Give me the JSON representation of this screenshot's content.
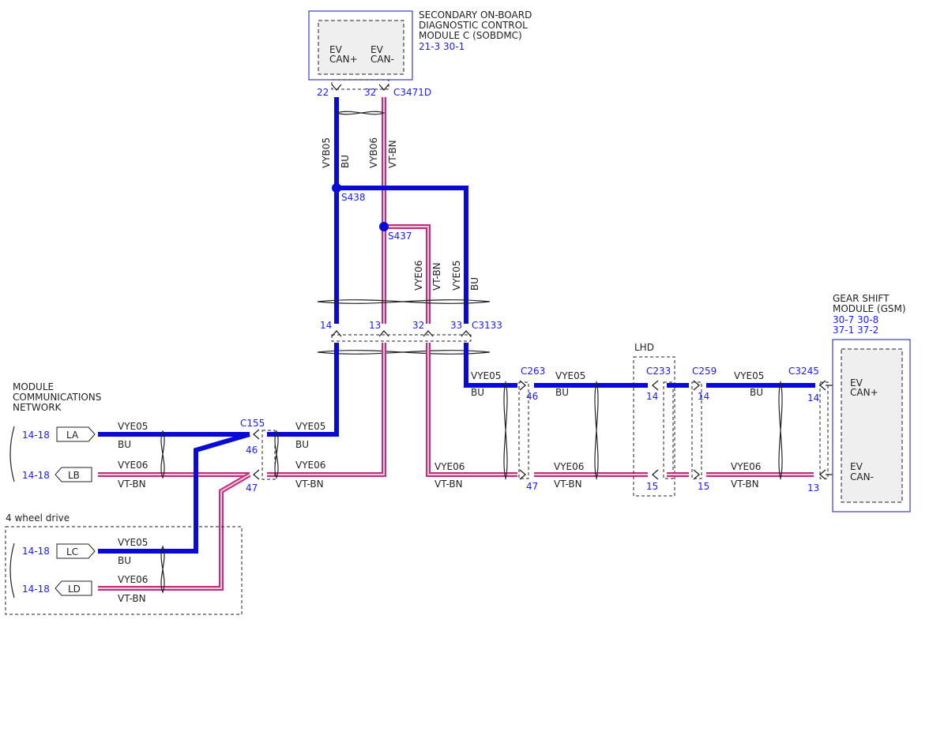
{
  "sobdmc": {
    "title_lines": [
      "SECONDARY ON-BOARD",
      "DIAGNOSTIC CONTROL",
      "MODULE C (SOBDMC)"
    ],
    "refs": "21-3  30-1",
    "pin1_label": [
      "EV",
      "CAN+"
    ],
    "pin2_label": [
      "EV",
      "CAN-"
    ],
    "connector": "C3471D",
    "pin1": "22",
    "pin2": "32"
  },
  "gsm": {
    "title_lines": [
      "GEAR SHIFT",
      "MODULE (GSM)"
    ],
    "refs_lines": [
      "30-7  30-8",
      "37-1  37-2"
    ],
    "pin1_label": [
      "EV",
      "CAN+"
    ],
    "pin2_label": [
      "EV",
      "CAN-"
    ],
    "connector": "C3245",
    "pin1": "14",
    "pin2": "13"
  },
  "mcn": {
    "title_lines": [
      "MODULE",
      "COMMUNICATIONS",
      "NETWORK"
    ],
    "ports": [
      {
        "ref": "14-18",
        "tag": "LA",
        "circuit": "VYE05",
        "color": "BU"
      },
      {
        "ref": "14-18",
        "tag": "LB",
        "circuit": "VYE06",
        "color": "VT-BN"
      }
    ]
  },
  "four_wd": {
    "title": "4 wheel drive",
    "ports": [
      {
        "ref": "14-18",
        "tag": "LC",
        "circuit": "VYE05",
        "color": "BU"
      },
      {
        "ref": "14-18",
        "tag": "LD",
        "circuit": "VYE06",
        "color": "VT-BN"
      }
    ]
  },
  "splices": {
    "s438": "S438",
    "s437": "S437"
  },
  "vertical_wires": {
    "upper_left": {
      "circuit": "VYB05",
      "color": "BU"
    },
    "upper_right": {
      "circuit": "VYB06",
      "color": "VT-BN"
    },
    "mid_pink": {
      "circuit": "VYE06",
      "color": "VT-BN"
    },
    "mid_blue": {
      "circuit": "VYE05",
      "color": "BU"
    }
  },
  "c3133": {
    "name": "C3133",
    "pins": [
      "14",
      "13",
      "32",
      "33"
    ]
  },
  "c155": {
    "name": "C155",
    "pin_top": "46",
    "pin_bottom": "47",
    "right_top_circuit": "VYE05",
    "right_top_color": "BU",
    "right_bottom_circuit": "VYE06",
    "right_bottom_color": "VT-BN"
  },
  "c263": {
    "name": "C263",
    "pin_top": "46",
    "pin_bottom": "47",
    "left_top_circuit": "VYE05",
    "left_top_color": "BU",
    "left_bottom_circuit": "VYE06",
    "left_bottom_color": "VT-BN",
    "right_top_circuit": "VYE05",
    "right_top_color": "BU",
    "right_bottom_circuit": "VYE06",
    "right_bottom_color": "VT-BN"
  },
  "c233": {
    "name": "C233",
    "lhd": "LHD",
    "pin_top": "14",
    "pin_bottom": "15"
  },
  "c259": {
    "name": "C259",
    "pin_top": "14",
    "pin_bottom": "15",
    "right_top_circuit": "VYE05",
    "right_top_color": "BU",
    "right_bottom_circuit": "VYE06",
    "right_bottom_color": "VT-BN"
  }
}
